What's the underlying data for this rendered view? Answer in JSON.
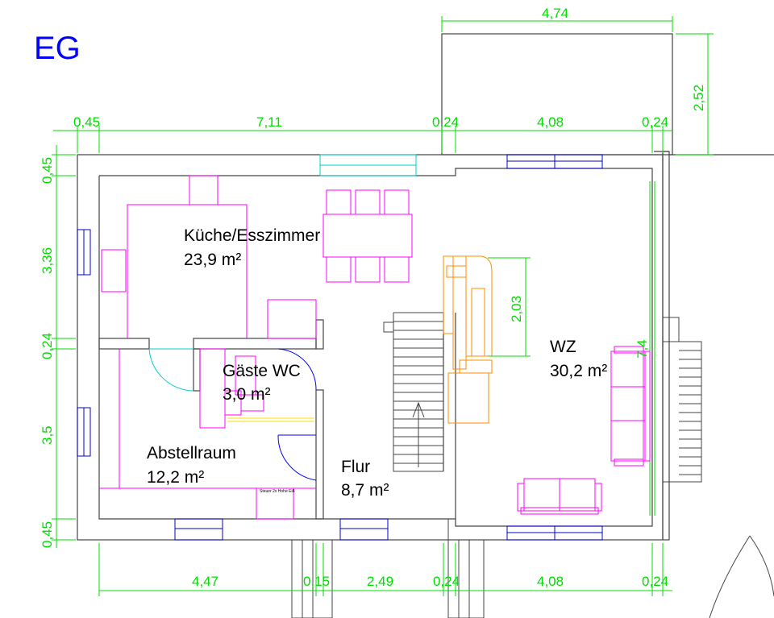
{
  "floor": "EG",
  "rooms": {
    "kueche": {
      "name": "Küche/Esszimmer",
      "area": "23,9 m²"
    },
    "wc": {
      "name": "Gäste WC",
      "area": "3,0 m²"
    },
    "abstell": {
      "name": "Abstellraum",
      "area": "12,2 m²"
    },
    "flur": {
      "name": "Flur",
      "area": "8,7 m²"
    },
    "wz": {
      "name": "WZ",
      "area": "30,2 m²"
    }
  },
  "dimensions": {
    "terrace_width": "4,74",
    "terrace_depth": "2,52",
    "top": [
      "0,45",
      "7,11",
      "0,24",
      "4,08",
      "0,24"
    ],
    "left": [
      "0,45",
      "3,36",
      "0,24",
      "3,5",
      "0,45"
    ],
    "bottom": [
      "4,47",
      "0,15",
      "2,49",
      "0,24",
      "4,08",
      "0,24"
    ],
    "stove": "2,03",
    "right_wall": "7,4"
  },
  "note": "Steuer 2x Hohe Eiß",
  "colors": {
    "dimension": "#00dd00",
    "wall": "#444444",
    "furniture": "#ff00ff",
    "door": "#00cccc",
    "window": "#0000cc",
    "stove": "#ff8c00",
    "floor_label": "#0000ff"
  }
}
